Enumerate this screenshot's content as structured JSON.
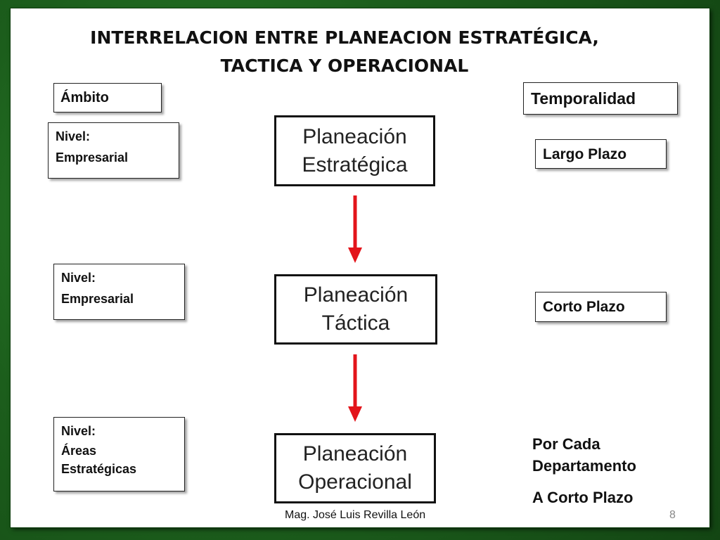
{
  "title_line1": "INTERRELACION ENTRE PLANEACION ESTRATÉGICA,",
  "title_line2": "TACTICA Y OPERACIONAL",
  "left": {
    "ambito": "Ámbito",
    "nivel1": {
      "label": "Nivel:",
      "value": "Empresarial"
    },
    "nivel2": {
      "label": "Nivel:",
      "value": "Empresarial"
    },
    "nivel3": {
      "label": "Nivel:",
      "value_line1": "Áreas",
      "value_line2": "Estratégicas"
    }
  },
  "center": {
    "box1": {
      "line1": "Planeación",
      "line2": "Estratégica"
    },
    "box2": {
      "line1": "Planeación",
      "line2": "Táctica"
    },
    "box3": {
      "line1": "Planeación",
      "line2": "Operacional"
    }
  },
  "right": {
    "temporalidad": "Temporalidad",
    "largo": "Largo Plazo",
    "corto": "Corto Plazo",
    "por_cada_line1": "Por Cada",
    "por_cada_line2": "Departamento",
    "a_corto": "A Corto Plazo"
  },
  "footer": {
    "author": "Mag. José Luis Revilla León",
    "page": "8"
  },
  "colors": {
    "arrow": "#e3141b",
    "frame": "#1f6b1f"
  }
}
